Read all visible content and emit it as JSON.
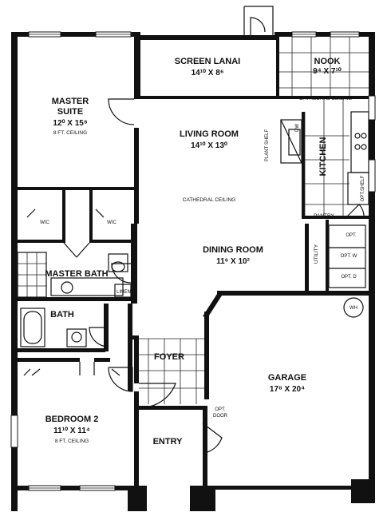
{
  "rooms": {
    "screen_lanai": {
      "name": "SCREEN LANAI",
      "dims": "14¹⁰ X 8⁶"
    },
    "nook": {
      "name": "NOOK",
      "dims": "9⁴ X 7¹⁰"
    },
    "master_suite": {
      "name_line1": "MASTER",
      "name_line2": "SUITE",
      "dims": "12⁰ X 15⁸",
      "ceiling": "8 FT. CEILING"
    },
    "living_room": {
      "name": "LIVING ROOM",
      "dims": "14¹⁰ X 13⁰"
    },
    "kitchen": {
      "name": "KITCHEN"
    },
    "dining_room": {
      "name": "DINING ROOM",
      "dims": "11⁶ X 10²"
    },
    "master_bath": {
      "name": "MASTER BATH"
    },
    "bath": {
      "name": "BATH"
    },
    "foyer": {
      "name": "FOYER"
    },
    "garage": {
      "name": "GARAGE",
      "dims": "17⁸ X 20⁴"
    },
    "bedroom2": {
      "name": "BEDROOM 2",
      "dims": "11¹⁰ X 11⁴",
      "ceiling": "8 FT. CEILING"
    },
    "entry": {
      "name": "ENTRY"
    }
  },
  "labels": {
    "cathedral_ceiling_top": "CATHEDRAL CEILING",
    "cathedral_ceiling_living": "CATHEDRAL CEILING",
    "wic_left": "WIC",
    "wic_right": "WIC",
    "linen": "LINEN",
    "pantry": "PANTRY",
    "utility": "UTILITY",
    "plant_shelf": "PLANT SHELF",
    "dw": "DW",
    "opt_shelf": "OPT.SHELF",
    "opt_top": "OPT.",
    "opt_w": "OPT. W",
    "opt_d": "OPT. D",
    "wh": "WH",
    "opt_door_line1": "OPT.",
    "opt_door_line2": "DOOR"
  }
}
